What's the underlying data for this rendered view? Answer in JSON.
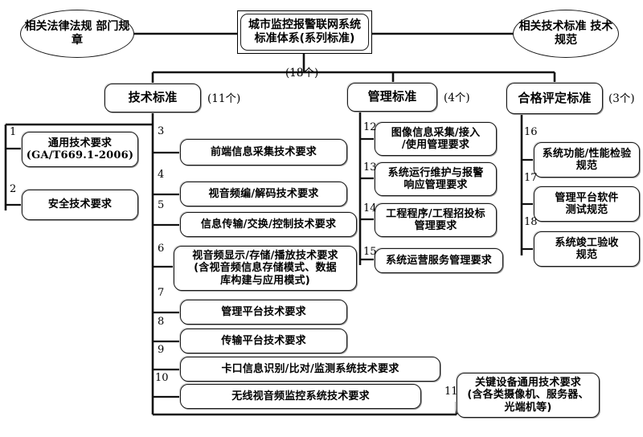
{
  "diagram": {
    "title": "城市监控报警联网系统标准体系(系列标准)",
    "root": {
      "label": "城市监控报警联网系统\n标准体系(系列标准)",
      "count": "(18个)"
    },
    "side_nodes": [
      {
        "id": "left-ellipse",
        "label": "相关法律法规\n部门规章"
      },
      {
        "id": "right-ellipse",
        "label": "相关技术标准\n技术规范"
      }
    ],
    "categories": [
      {
        "id": "tech",
        "label": "技术标准",
        "count": "(11个)"
      },
      {
        "id": "manage",
        "label": "管理标准",
        "count": "(4个)"
      },
      {
        "id": "assess",
        "label": "合格评定标准",
        "count": "(3个)"
      }
    ],
    "tech_items_left": [
      {
        "num": "1",
        "label": "通用技术要求\n(GA/T669.1-2006)"
      },
      {
        "num": "2",
        "label": "安全技术要求"
      }
    ],
    "tech_items_right": [
      {
        "num": "3",
        "label": "前端信息采集技术要求"
      },
      {
        "num": "4",
        "label": "视音频编/解码技术要求"
      },
      {
        "num": "5",
        "label": "信息传输/交换/控制技术要求"
      },
      {
        "num": "6",
        "label": "视音频显示/存储/播放技术要求\n(含视音频信息存储模式、数据\n库构建与应用模式)"
      },
      {
        "num": "7",
        "label": "管理平台技术要求"
      },
      {
        "num": "8",
        "label": "传输平台技术要求"
      },
      {
        "num": "9",
        "label": "卡口信息识别/比对/监测系统技术要求"
      },
      {
        "num": "10",
        "label": "无线视音频监控系统技术要求"
      },
      {
        "num": "11",
        "label": "关键设备通用技术要求\n(含各类摄像机、服务器、\n光端机等)"
      }
    ],
    "manage_items": [
      {
        "num": "12",
        "label": "图像信息采集/接入\n/使用管理要求"
      },
      {
        "num": "13",
        "label": "系统运行维护与报警\n响应管理要求"
      },
      {
        "num": "14",
        "label": "工程程序/工程招投标\n管理要求"
      },
      {
        "num": "15",
        "label": "系统运营服务管理要求"
      }
    ],
    "assess_items": [
      {
        "num": "16",
        "label": "系统功能/性能检验\n规范"
      },
      {
        "num": "17",
        "label": "管理平台软件\n测试规范"
      },
      {
        "num": "18",
        "label": "系统竣工验收\n规范"
      }
    ],
    "colors": {
      "stroke": "#1a1a1a",
      "background": "#ffffff",
      "text": "#000000",
      "shadow": "#9a9a9a"
    }
  }
}
